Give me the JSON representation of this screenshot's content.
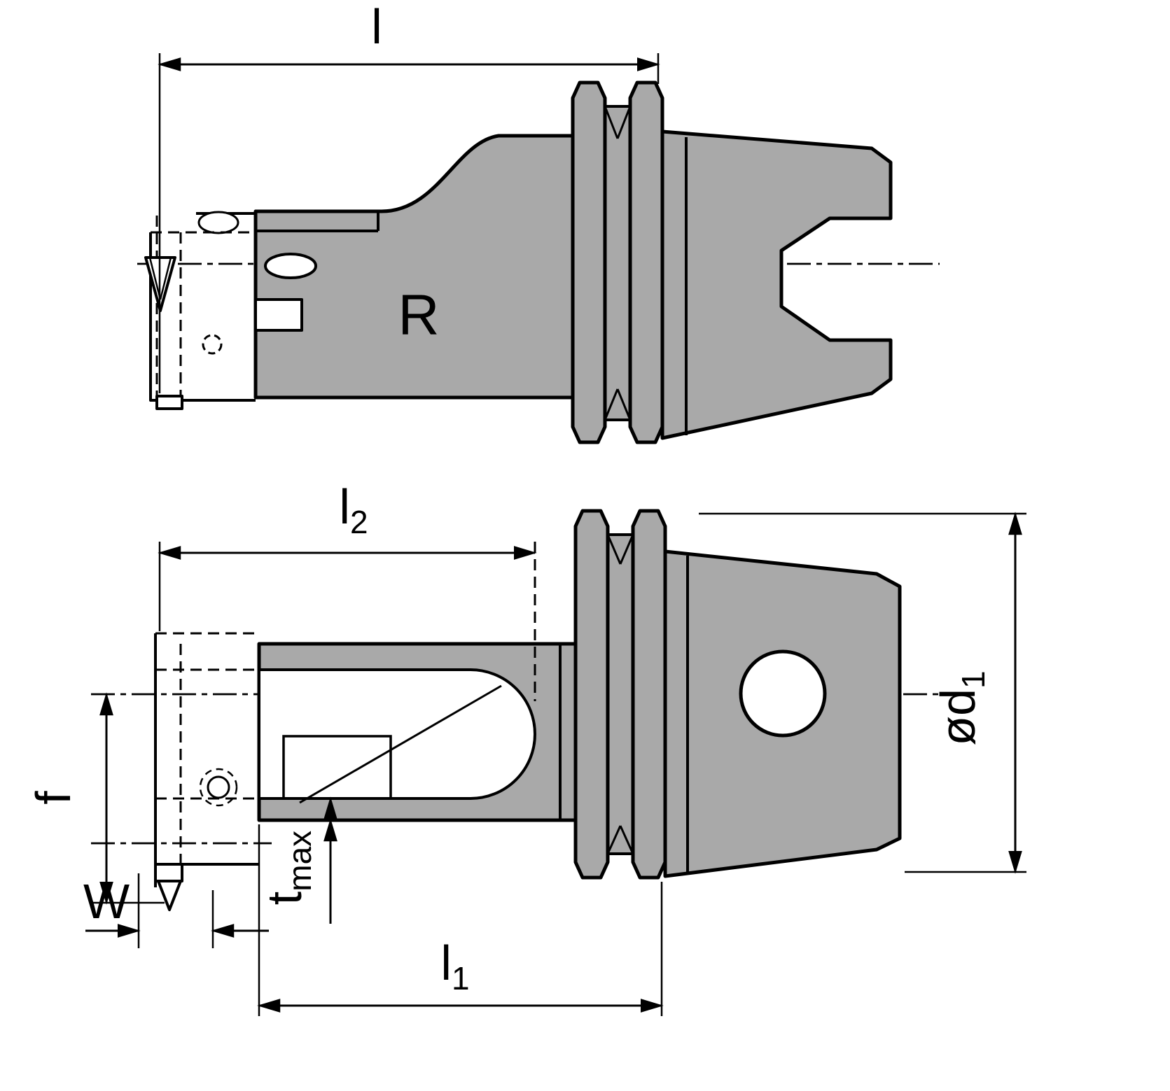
{
  "meta": {
    "type": "technical-drawing",
    "subject": "grooving tool holder with taper shank, two orthographic views"
  },
  "style": {
    "background": "#ffffff",
    "body_fill": "#a9a9a9",
    "line_color": "#000000"
  },
  "labels": {
    "length_l": "l",
    "marking_r": "R",
    "length_l2_base": "l",
    "length_l2_sub": "2",
    "length_l1_base": "l",
    "length_l1_sub": "1",
    "dia_d1_base": "ød",
    "dia_d1_sub": "1",
    "offset_f": "f",
    "width_w": "W",
    "depth_t_base": "t",
    "depth_t_sub": "max"
  }
}
